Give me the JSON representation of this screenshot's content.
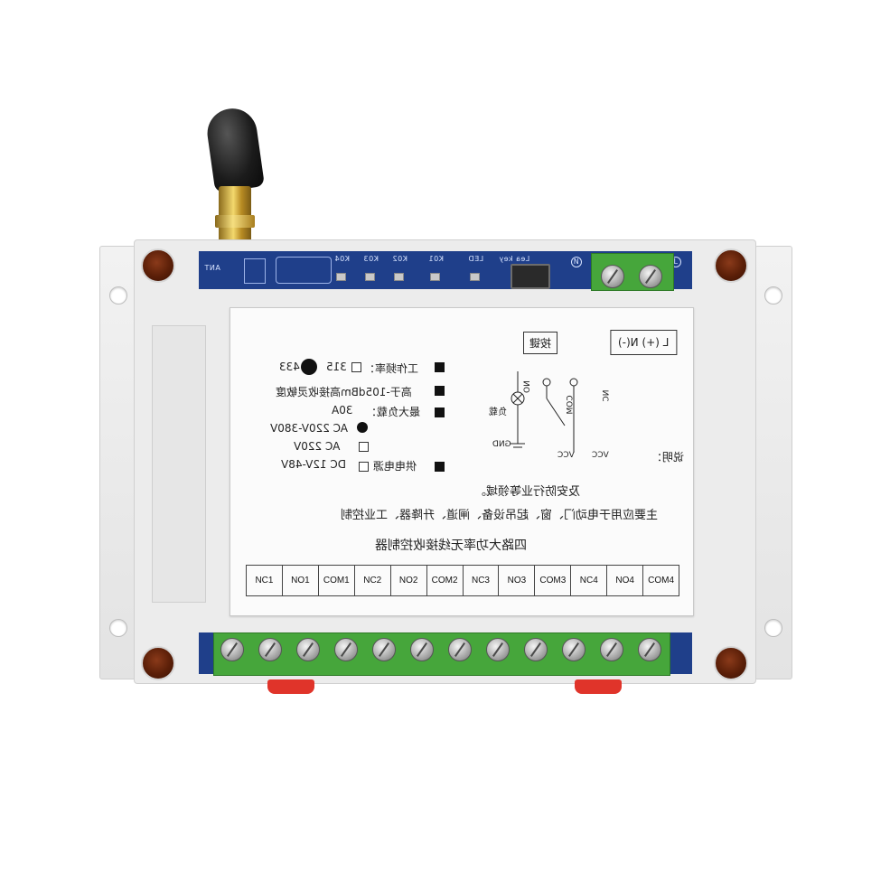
{
  "pcb": {
    "ant": "ANT",
    "leds": [
      "K04",
      "K03",
      "K02",
      "K01",
      "LED"
    ],
    "key": "Lea key",
    "n_mark": "N",
    "l_mark": "L"
  },
  "label": {
    "button_box": "按键",
    "power_box": "L (+) N(-)",
    "freq": "工作频率：",
    "freq_opt1": "315",
    "freq_opt2": "433",
    "sensitivity": "高于-105dBm高接收灵敏度",
    "max_load": "最大负载：",
    "max_load_val": "30A",
    "supply": "供电电源",
    "supply_opt1": "AC 220V-380V",
    "supply_opt2": "AC 220V",
    "supply_opt3": "DC 12V-48V",
    "usage_line1": "主要应用于电动门、窗、起吊设备、闸道、升降器、工业控制",
    "usage_line2": "及安防行业等领域。",
    "title": "四路大功率无线接收控制器",
    "note": "说明：",
    "diagram_nc": "NC",
    "diagram_no": "NO",
    "diagram_com": "COM",
    "diagram_load": "负载",
    "diagram_vcc1": "VCC",
    "diagram_vcc2": "VCC",
    "diagram_gnd": "GND"
  },
  "terminals": [
    "NC1",
    "NO1",
    "COM1",
    "NC2",
    "NO2",
    "COM2",
    "NC3",
    "NO3",
    "COM3",
    "NC4",
    "NO4",
    "COM4"
  ]
}
